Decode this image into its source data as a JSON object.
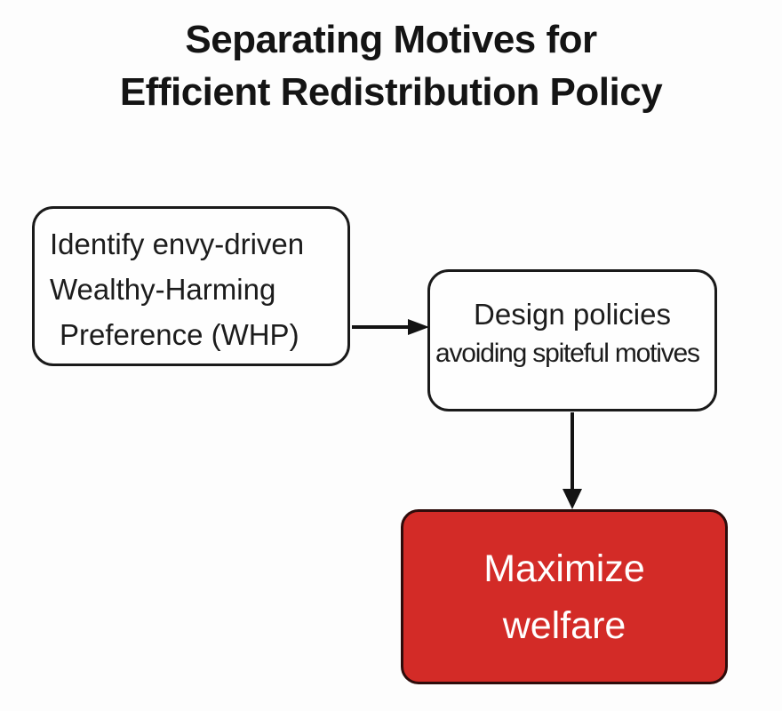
{
  "title": {
    "line1": "Separating Motives for",
    "line2": "Efficient Redistribution Policy"
  },
  "nodes": {
    "identify": {
      "lines": [
        "Identify envy-driven",
        "Wealthy-Harming",
        "Preference (WHP)"
      ]
    },
    "design": {
      "line1": "Design policies",
      "line2": "avoiding spiteful motives"
    },
    "maximize": {
      "line1": "Maximize",
      "line2": "welfare"
    }
  },
  "colors": {
    "background": "#fdfdfd",
    "box_border": "#1a1a1a",
    "text_dark": "#1c1c1c",
    "arrow": "#131313",
    "accent_red": "#d32b27",
    "red_border": "#2e0c0b",
    "text_light": "#ffffff"
  }
}
